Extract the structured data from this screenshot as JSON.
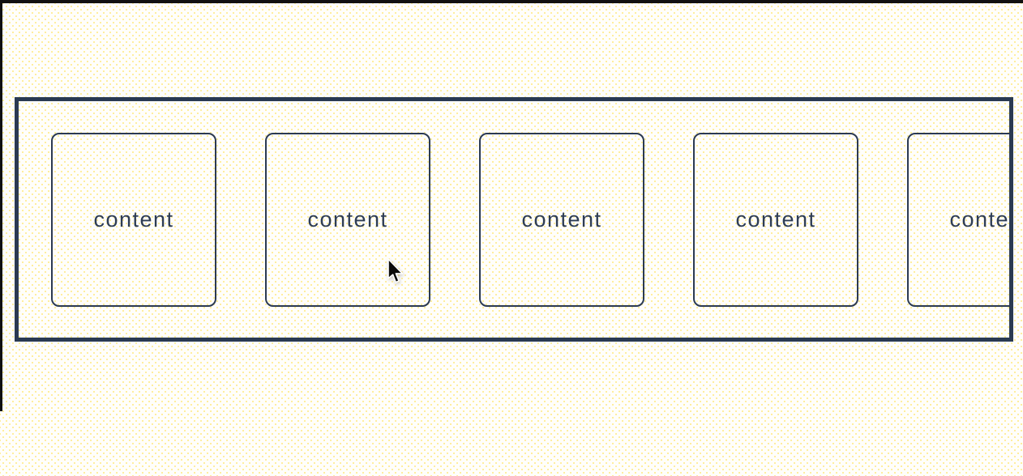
{
  "colors": {
    "frame": "#111111",
    "container_border": "#2b3a52",
    "card_border": "#2b3a52",
    "text": "#2e3d54",
    "background": "#fffefb",
    "background_dot": "#ffee9e"
  },
  "scroller": {
    "cards": [
      {
        "label": "content"
      },
      {
        "label": "content"
      },
      {
        "label": "content"
      },
      {
        "label": "content"
      },
      {
        "label": "content"
      }
    ]
  },
  "cursor": {
    "icon": "arrow-cursor-icon"
  }
}
